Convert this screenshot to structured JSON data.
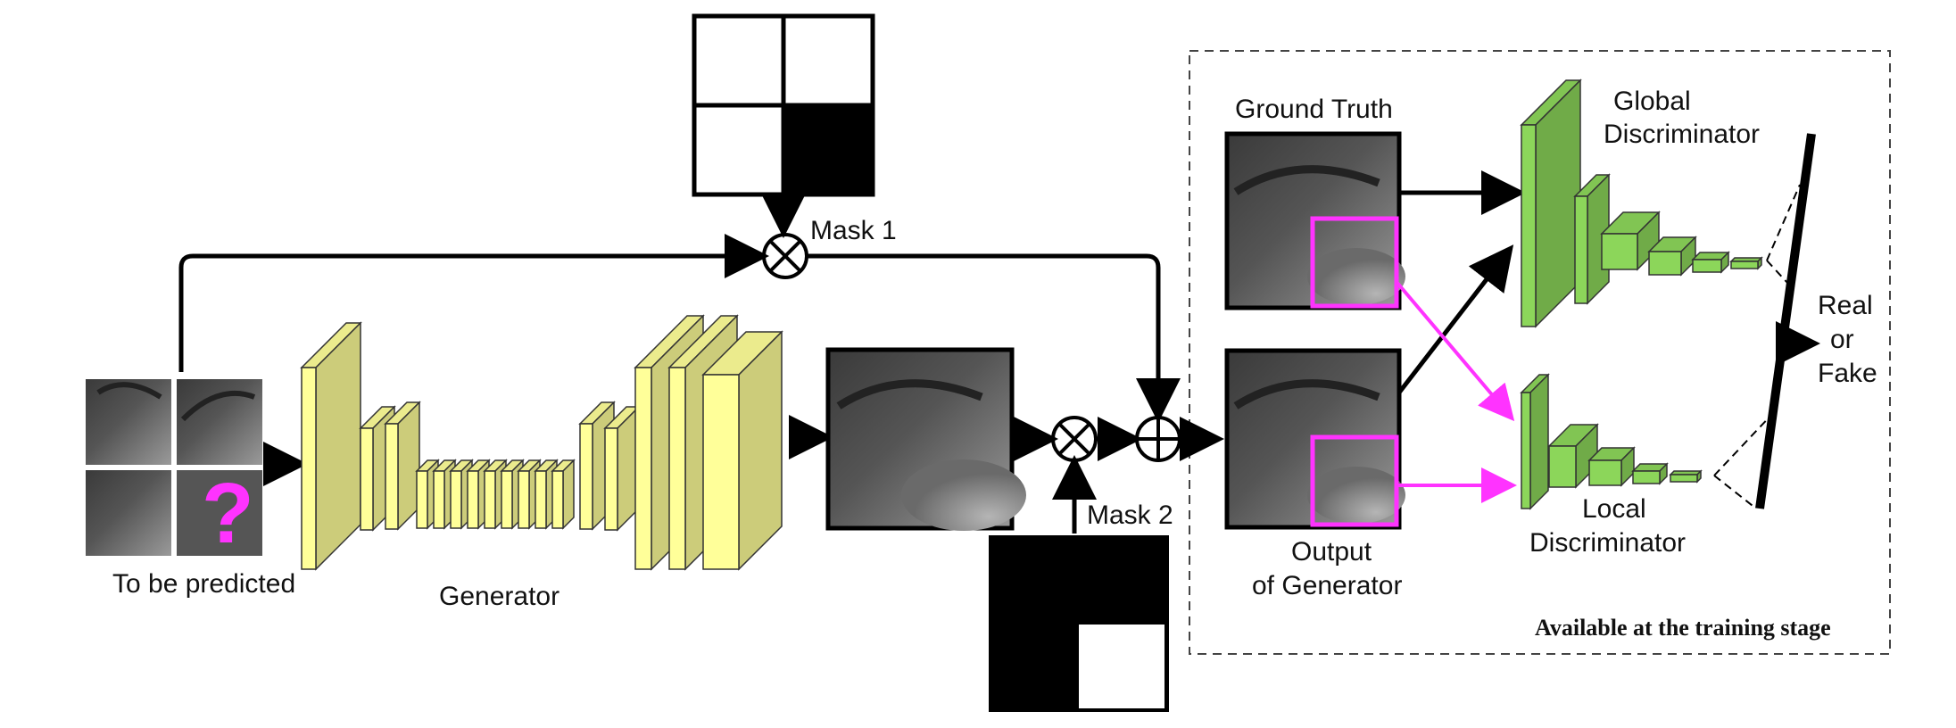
{
  "labels": {
    "to_be_predicted": "To be predicted",
    "generator": "Generator",
    "mask1": "Mask 1",
    "mask2": "Mask 2",
    "ground_truth": "Ground Truth",
    "output_line1": "Output",
    "output_line2": "of Generator",
    "global_line1": "Global",
    "global_line2": "Discriminator",
    "local_line1": "Local",
    "local_line2": "Discriminator",
    "real": "Real",
    "or": "or",
    "fake": "Fake",
    "training_note": "Available at the training stage",
    "question_mark": "?"
  },
  "colors": {
    "generator_fill": "#ffff99",
    "discriminator_fill": "#8cd65a",
    "highlight": "#ff33ff",
    "line": "#000000"
  },
  "mask1_cells": [
    0,
    0,
    0,
    1
  ],
  "mask2_cells": [
    1,
    1,
    1,
    0
  ]
}
